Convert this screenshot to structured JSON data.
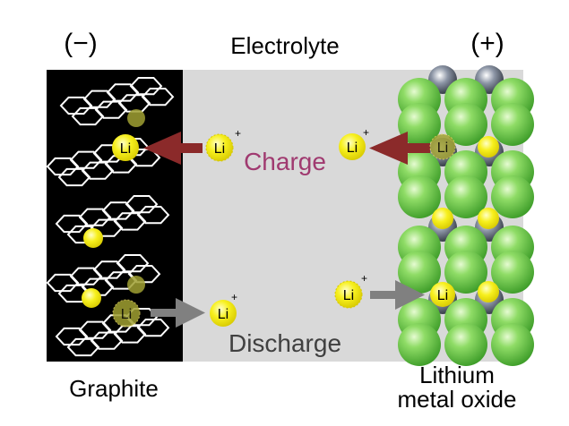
{
  "labels": {
    "negative": "(−)",
    "positive": "(+)",
    "electrolyte": "Electrolyte",
    "charge": "Charge",
    "discharge": "Discharge",
    "anode": "Graphite",
    "cathode_line1": "Lithium",
    "cathode_line2": "metal oxide",
    "ion": "Li",
    "plus_sign": "+"
  },
  "colors": {
    "anode_bg": "#000000",
    "electrolyte_bg": "#d9d9d9",
    "lithium_ion": "#f5ee1e",
    "lithium_ion_faded": "#a0a032",
    "charge_arrow": "#8b2a2a",
    "discharge_arrow": "#808080",
    "charge_text": "#a03a70",
    "discharge_text": "#404040",
    "oxide_sphere": "#6cc84a",
    "metal_sphere": "#5a6270"
  }
}
